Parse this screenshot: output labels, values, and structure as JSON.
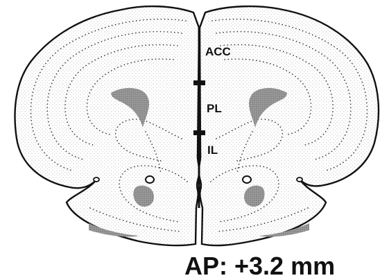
{
  "regions": {
    "acc": "ACC",
    "pl": "PL",
    "il": "IL"
  },
  "coordinate_label": "AP: +3.2 mm",
  "colors": {
    "outline": "#111111",
    "dots": "#333333",
    "shade": "#8a8a8a"
  }
}
